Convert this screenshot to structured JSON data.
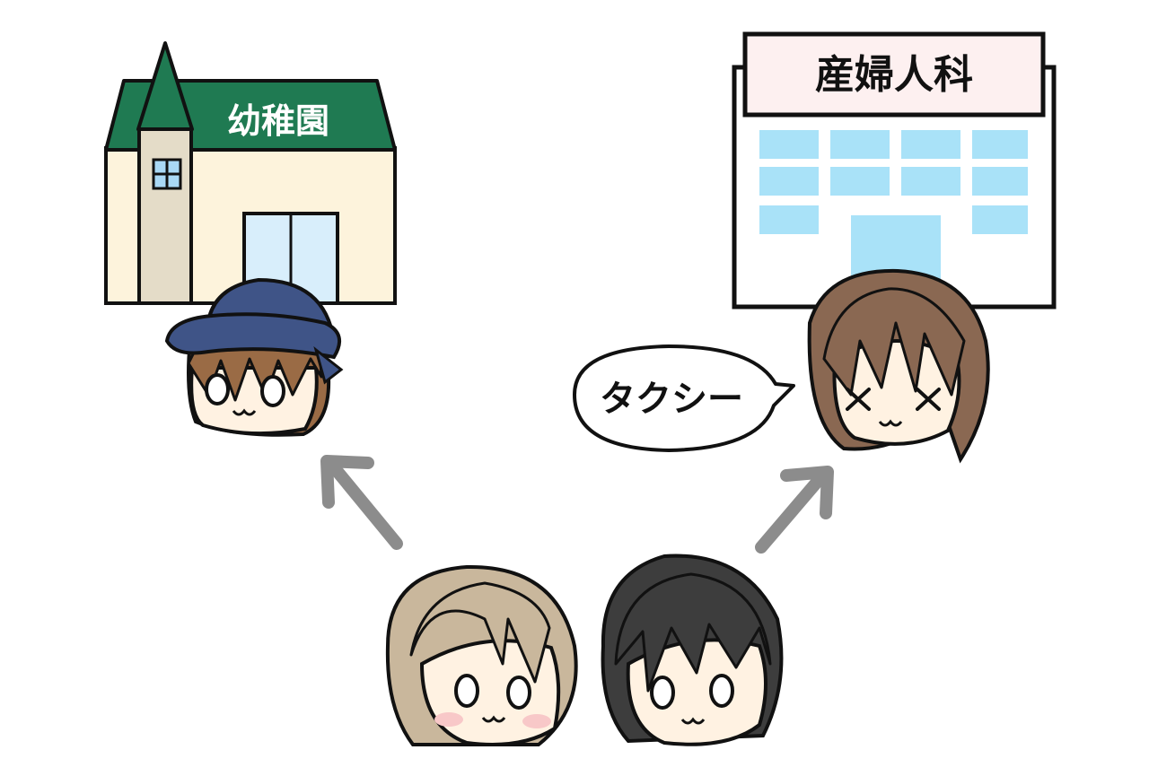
{
  "kindergarten": {
    "sign": "幼稚園",
    "colors": {
      "roof": "#1f7a52",
      "wall": "#fdf3dc",
      "tower": "#e4dcc8",
      "window": "#a9d8f5"
    }
  },
  "hospital": {
    "sign": "産婦人科",
    "colors": {
      "sign_bg": "#fdf0f0",
      "wall": "#ffffff",
      "window": "#a9e2f8"
    }
  },
  "speech_bubble": {
    "text": "タクシー"
  },
  "characters": [
    {
      "role": "child",
      "hat_color": "#3f5487",
      "hair_color": "#9a6b45"
    },
    {
      "role": "mother",
      "hair_color": "#8a6852"
    },
    {
      "role": "grandparent",
      "hair_color": "#c9b79c"
    },
    {
      "role": "father",
      "hair_color": "#3d3d3d"
    }
  ],
  "arrows": {
    "color": "#8c8c8c"
  }
}
